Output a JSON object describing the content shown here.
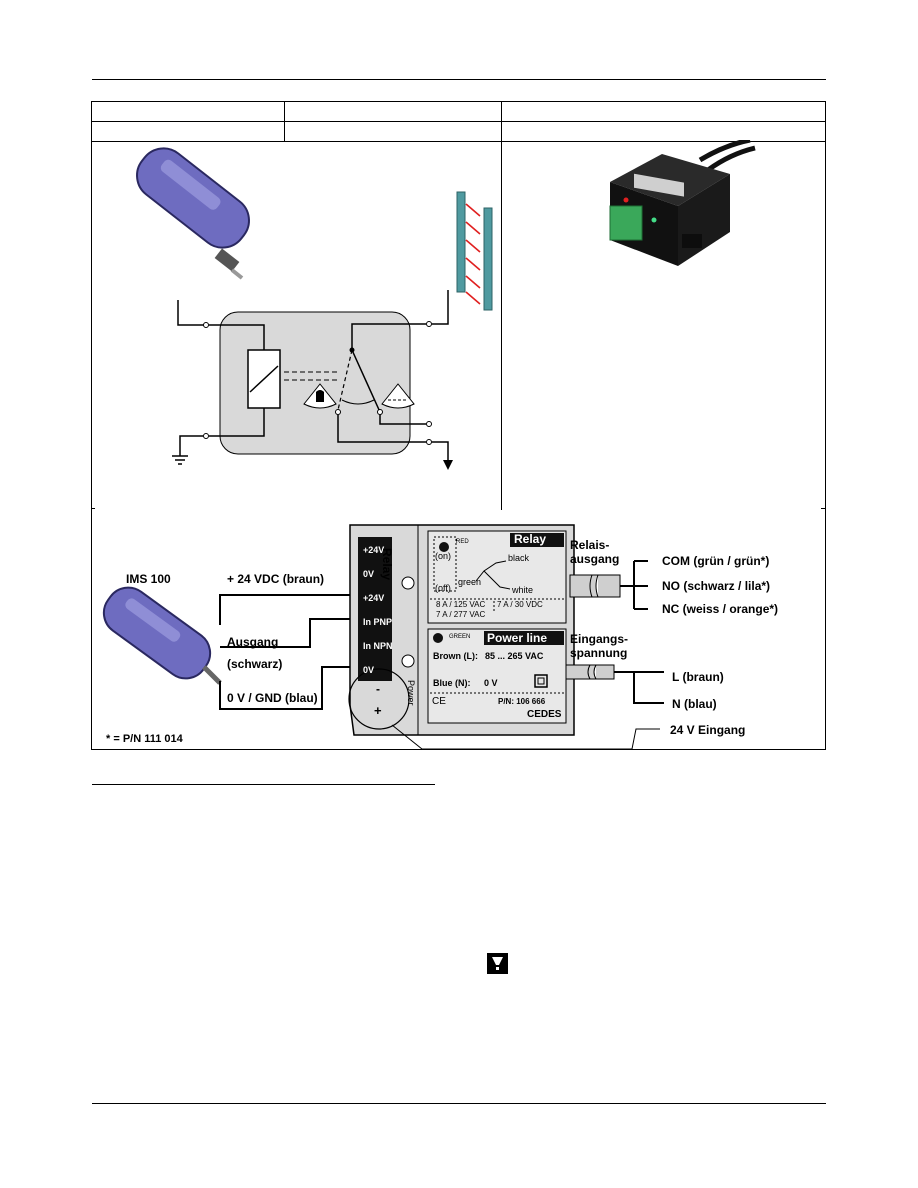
{
  "wiring": {
    "sensor_name": "IMS 100",
    "supply_label": "+ 24 VDC (braun)",
    "output_label_1": "Ausgang",
    "output_label_2": "(schwarz)",
    "gnd_label": "0 V / GND (blau)",
    "footnote": "* = P/N 111 014",
    "relay_output_1": "Relais-",
    "relay_output_2": "ausgang",
    "com_label": "COM (grün / grün*)",
    "no_label": "NO (schwarz / lila*)",
    "nc_label": "NC (weiss / orange*)",
    "input_voltage_1": "Eingangs-",
    "input_voltage_2": "spannung",
    "l_label": "L (braun)",
    "n_label": "N (blau)",
    "input_24v": "24 V Eingang"
  },
  "module": {
    "terminals": [
      "+24V",
      "0V",
      "+24V",
      "In PNP",
      "In NPN",
      "0V"
    ],
    "side_relay": "Relay",
    "side_power": "Power",
    "minus": "-",
    "plus": "+",
    "relay_title": "Relay",
    "led_red": "RED",
    "on": "(on)",
    "off": "(off)",
    "black": "black",
    "green": "green",
    "white": "white",
    "rating_1": "8 A / 125 VAC",
    "rating_2": "7 A / 30 VDC",
    "rating_3": "7 A / 277 VAC",
    "led_green": "GREEN",
    "power_title": "Power line",
    "brown": "Brown (L):",
    "brown_val": "85 ... 265 VAC",
    "blue": "Blue (N):",
    "blue_val": "0 V",
    "ce": "CE",
    "pn": "P/N: 106 666",
    "brand": "CEDES"
  },
  "colors": {
    "sensor_body": "#6e6cc0",
    "panel_grey": "#d7d7d7",
    "relay_box_grey": "#d9d9d9",
    "terminal_black": "#111111",
    "beam_red": "#e02020",
    "mirror_teal": "#4f9aa0"
  }
}
